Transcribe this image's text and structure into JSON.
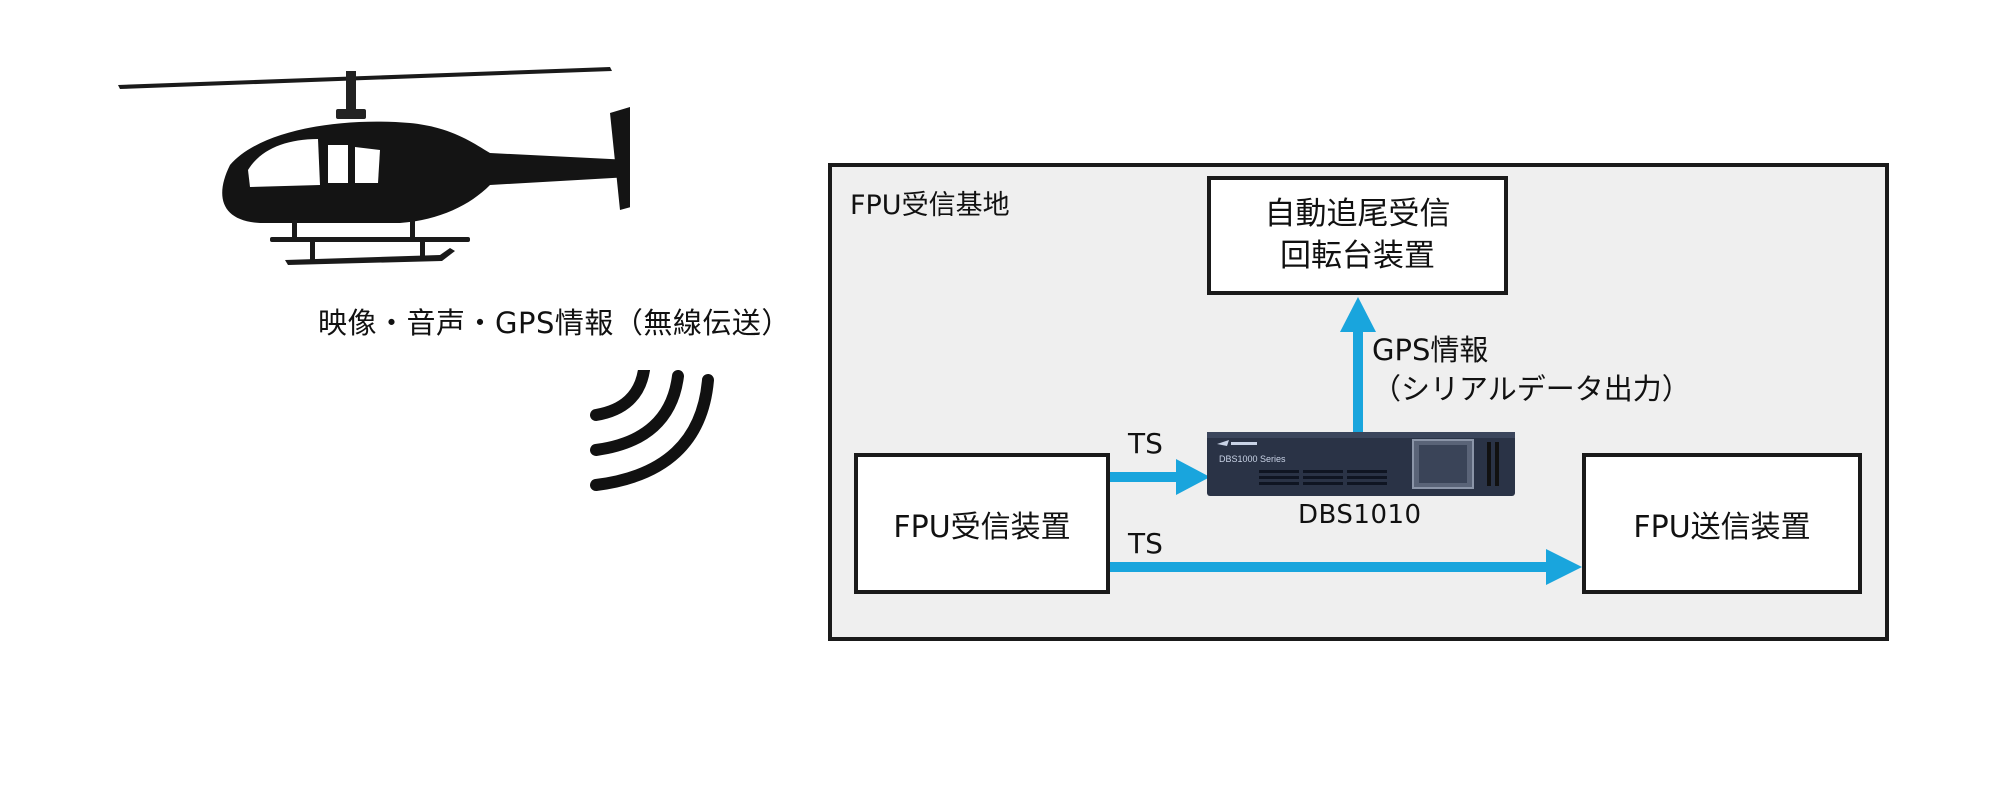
{
  "wireless_label": "映像・音声・GPS情報（無線伝送）",
  "station": {
    "label": "FPU受信基地",
    "tracker_line1": "自動追尾受信",
    "tracker_line2": "回転台装置",
    "receiver": "FPU受信装置",
    "transmitter": "FPU送信装置",
    "ts_upper": "TS",
    "ts_lower": "TS",
    "gps_line1": "GPS情報",
    "gps_line2": "（シリアルデータ出力）",
    "device_name": "DBS1010",
    "device_panel_text": "DBS1000  Series"
  },
  "colors": {
    "arrow": "#19a5dd",
    "station_bg": "#efefef",
    "border": "#1a1a1a",
    "helicopter": "#111111",
    "device": "#2a3346"
  },
  "icons": [
    "helicopter-icon",
    "wireless-signal-icon"
  ]
}
